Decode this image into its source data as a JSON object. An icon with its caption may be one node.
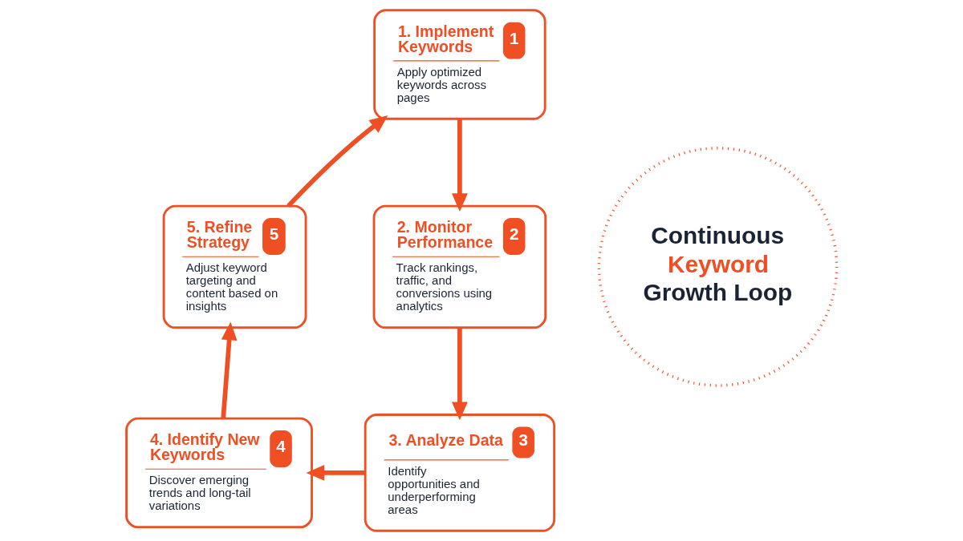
{
  "diagram": {
    "nodes": [
      {
        "text": [
          "1. Implement Keywords",
          "1",
          "Apply optimized keywords across pages"
        ]
      },
      {
        "text": [
          "2. Monitor Performance",
          "2",
          "Track rankings, traffic, and conversions using analytics"
        ]
      },
      {
        "text": [
          "3. Analyze Data",
          "3",
          "Identify opportunities and underperforming areas"
        ]
      },
      {
        "text": [
          "4. Identify New Keywords",
          "4",
          "Discover emerging trends and long-tail variations"
        ]
      },
      {
        "text": [
          "5. Refine Strategy",
          "5",
          "Adjust keyword targeting and content based on insights"
        ]
      },
      {
        "text": [
          "Continuous Keyword Growth Loop"
        ]
      }
    ],
    "edges": [
      {
        "from": 0,
        "to": 1,
        "arrow": "to"
      },
      {
        "from": 1,
        "to": 2,
        "arrow": "to"
      },
      {
        "from": 2,
        "to": 3,
        "arrow": "to"
      },
      {
        "from": 3,
        "to": 4,
        "arrow": "to"
      },
      {
        "from": 4,
        "to": 0,
        "arrow": "to"
      }
    ]
  }
}
